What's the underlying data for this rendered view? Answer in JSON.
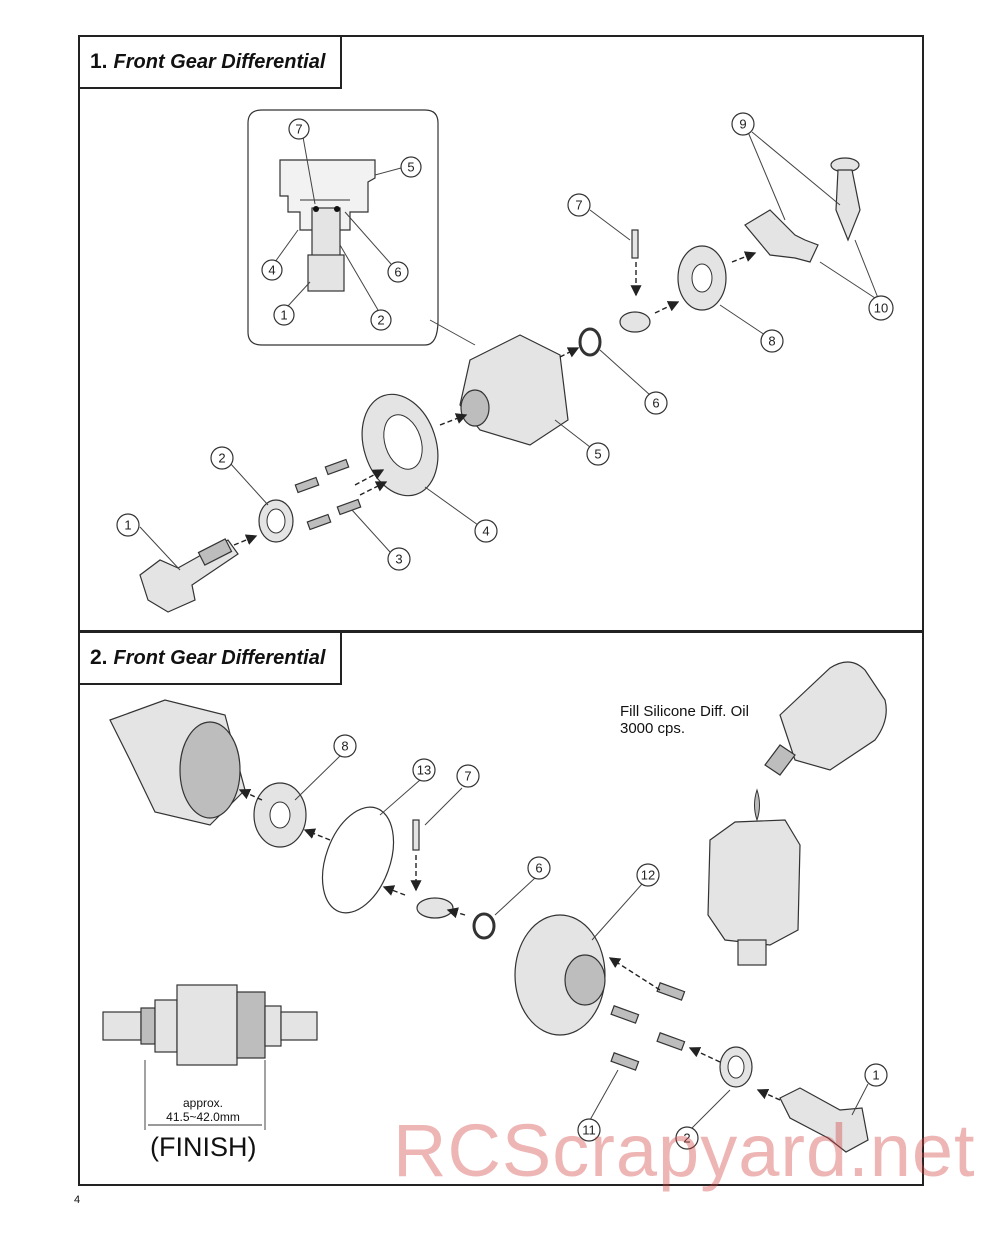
{
  "sections": [
    {
      "number": "1.",
      "title": "Front Gear Differential"
    },
    {
      "number": "2.",
      "title": "Front Gear Differential"
    }
  ],
  "callouts_section1": [
    "1",
    "2",
    "3",
    "4",
    "5",
    "6",
    "7",
    "8",
    "9",
    "10"
  ],
  "inset_callouts": [
    "7",
    "5",
    "6",
    "4",
    "2",
    "1"
  ],
  "callouts_section2": [
    "8",
    "13",
    "7",
    "6",
    "12",
    "1",
    "2",
    "11"
  ],
  "fill_note": {
    "line1": "Fill Silicone Diff. Oil",
    "line2": "3000 cps."
  },
  "finish": {
    "approx": "approx.",
    "dimension": "41.5~42.0mm",
    "label": "(FINISH)"
  },
  "page_number": "4",
  "watermark": "RCScrapyard.net"
}
